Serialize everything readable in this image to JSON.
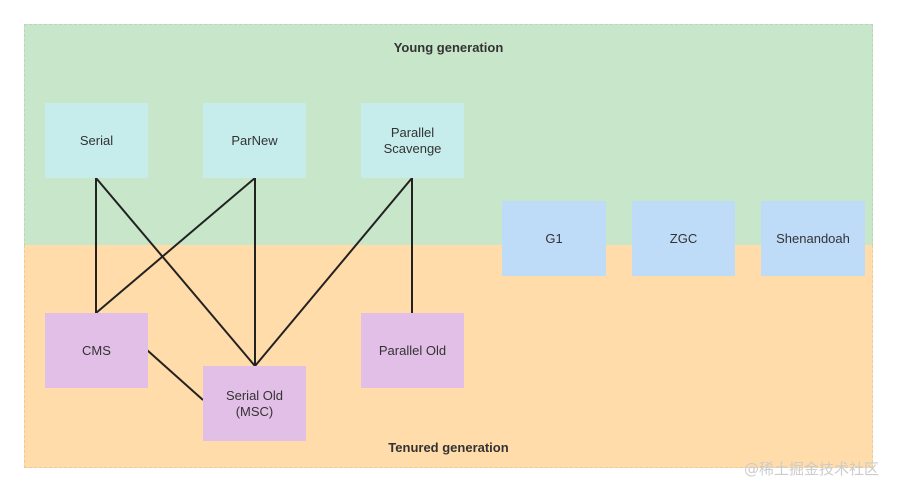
{
  "regions": {
    "young": "Young generation",
    "tenured": "Tenured generation"
  },
  "collectors": {
    "serial": "Serial",
    "parnew": "ParNew",
    "parallel_scavenge": "Parallel\nScavenge",
    "cms": "CMS",
    "serial_old": "Serial Old\n(MSC)",
    "parallel_old": "Parallel Old",
    "g1": "G1",
    "zgc": "ZGC",
    "shenandoah": "Shenandoah"
  },
  "connections": [
    [
      "serial",
      "cms"
    ],
    [
      "serial",
      "serial_old"
    ],
    [
      "parnew",
      "cms"
    ],
    [
      "parnew",
      "serial_old"
    ],
    [
      "parallel_scavenge",
      "serial_old"
    ],
    [
      "parallel_scavenge",
      "parallel_old"
    ],
    [
      "cms",
      "serial_old"
    ]
  ],
  "watermark": "@稀土掘金技术社区",
  "colors": {
    "young_region": "#c8e6c9",
    "tenured_region": "#ffdcaa",
    "young_box": "#c6ecec",
    "old_box": "#e2bfe6",
    "other_box": "#bedcf7",
    "line": "#222222"
  }
}
